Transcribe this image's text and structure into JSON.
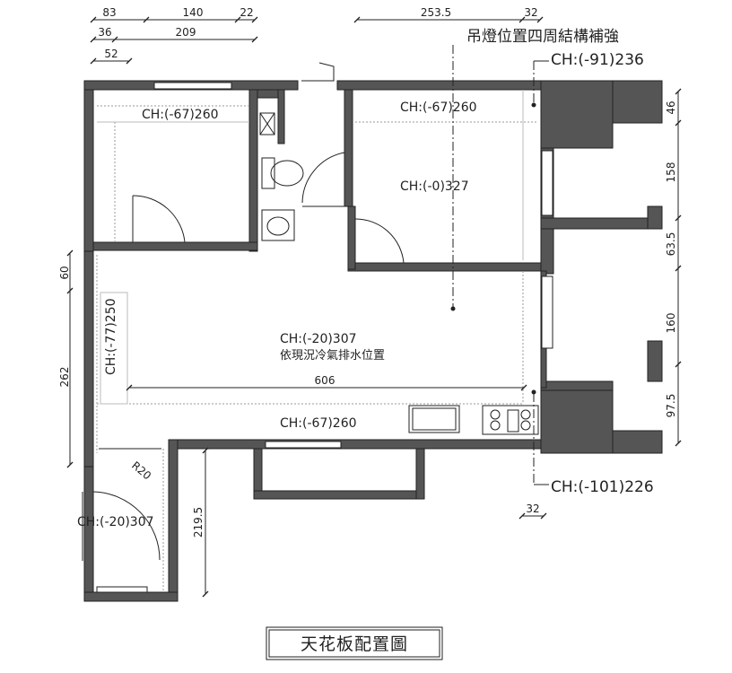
{
  "drawing_title": "天花板配置圖",
  "ceiling_labels": {
    "bedroom": "CH:(-67)260",
    "top_right": "CH:(-67)260",
    "living_room": "CH:(-0)327",
    "main": "CH:(-20)307",
    "main_note": "依現況冷氣排水位置",
    "kitchen": "CH:(-67)260",
    "left_soffit": "CH:(-77)250",
    "entry": "CH:(-20)307"
  },
  "callouts": {
    "chandelier_note": "吊燈位置四周結構補強",
    "top_right_height": "CH:(-91)236",
    "bottom_right_height": "CH:(-101)226"
  },
  "dimensions": {
    "top_row1": [
      "83",
      "140",
      "22"
    ],
    "top_row2": [
      "36",
      "209"
    ],
    "top_row3": "52",
    "top_right": [
      "253.5",
      "32"
    ],
    "left": [
      "60",
      "262"
    ],
    "right": [
      "46",
      "158",
      "63.5",
      "160",
      "97.5"
    ],
    "horizontal_606": "606",
    "vertical_2195": "219.5",
    "bottom_32": "32",
    "radius": "R20"
  }
}
